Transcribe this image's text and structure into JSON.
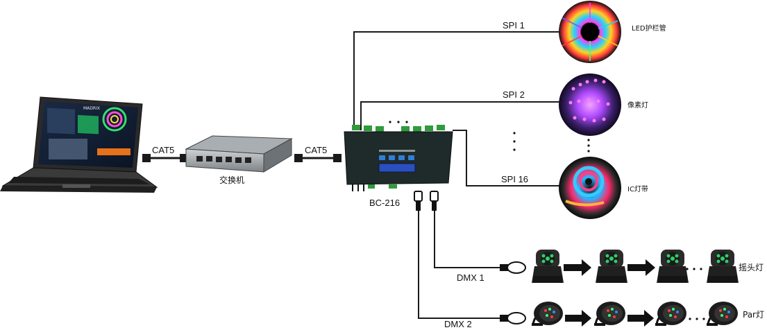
{
  "labels": {
    "cat5_left": "CAT5",
    "cat5_right": "CAT5",
    "switch": "交换机",
    "controller": "BC-216",
    "spi1": "SPI 1",
    "spi2": "SPI 2",
    "spi16": "SPI 16",
    "led_tube": "LED护栏管",
    "pixel_light": "像素灯",
    "ic_strip": "IC灯带",
    "dmx1": "DMX 1",
    "dmx2": "DMX 2",
    "moving_head": "摇头灯",
    "par_light": "Par灯",
    "software_logo": "MADRIX"
  },
  "colors": {
    "line": "#1a1a1a",
    "device_body": "#1f2a2a",
    "button_blue": "#2f7fd6",
    "terminal_green": "#2e9b3c",
    "moving_head_led": "#2ecf6a"
  },
  "icons": {
    "laptop": "laptop-icon",
    "switch": "network-switch-icon",
    "controller": "spi-controller-icon",
    "moving_head": "moving-head-light-icon",
    "par": "par-can-light-icon",
    "arrow": "arrow-right-icon"
  }
}
